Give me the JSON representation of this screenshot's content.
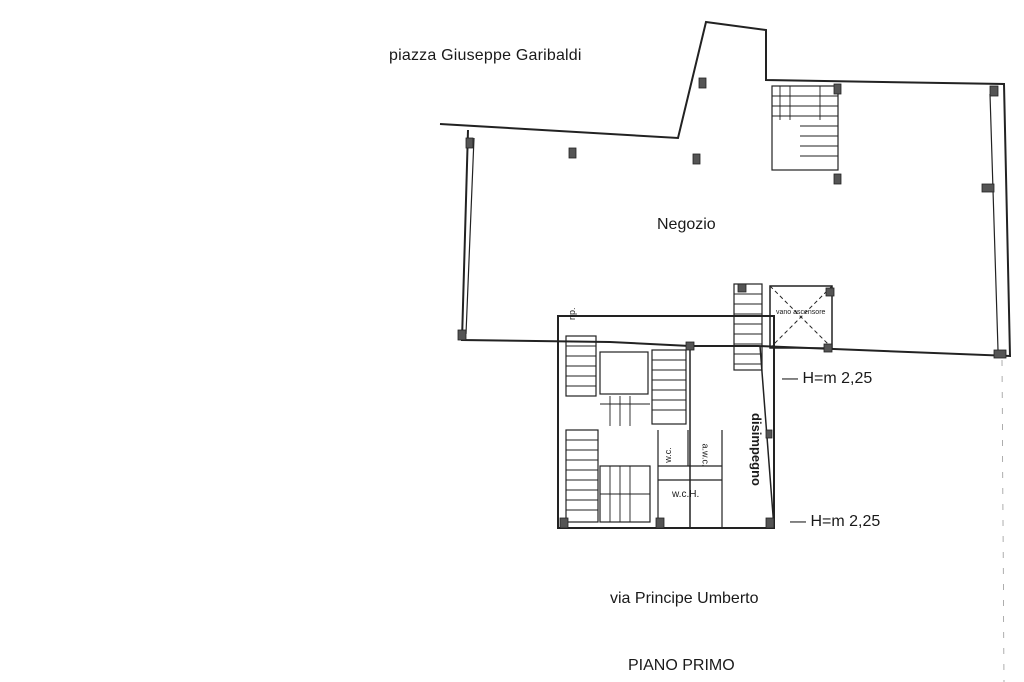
{
  "labels": {
    "street_top": "piazza Giuseppe Garibaldi",
    "room_main": "Negozio",
    "height_upper": "— H=m 2,25",
    "height_lower": "— H=m 2,25",
    "street_bottom": "via Principe Umberto",
    "floor_title": "PIANO PRIMO",
    "room_np": "np.",
    "room_elevator": "vano ascensore",
    "room_corridor": "disimpegno",
    "room_wc": "w.c.",
    "room_awc": "a.w.c.",
    "room_wch": "w.c.H."
  },
  "colors": {
    "line": "#222222",
    "pillar": "#444444",
    "background": "#ffffff"
  }
}
